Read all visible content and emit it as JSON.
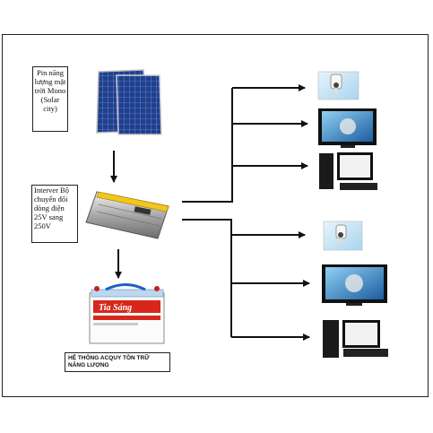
{
  "labels": {
    "solar_panel": "Pin năng lượng mặt trời Mono (Solar city)",
    "inverter": "Interver Bộ chuyển đổi dòng điện 25V sang 250V",
    "battery_system": "HỆ THỐNG ACQUY TỒN TRỮ NĂNG LƯỢNG"
  },
  "battery_brand": "Tia Sáng",
  "colors": {
    "panel_blue": "#1f3f8f",
    "battery_red": "#d8261b",
    "inverter_yellow": "#f2c61a",
    "screen_blue": "#2c7ec9"
  }
}
